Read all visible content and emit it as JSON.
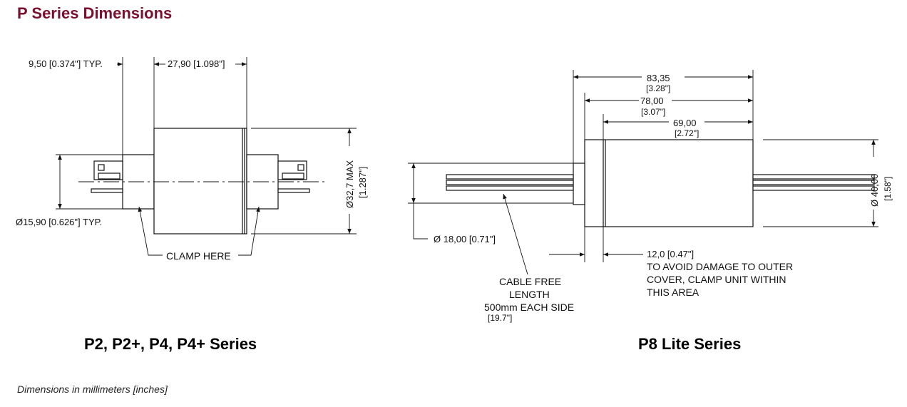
{
  "page": {
    "title": "P Series Dimensions",
    "footer_note": "Dimensions in millimeters [inches]"
  },
  "left_drawing": {
    "caption": "P2, P2+, P4, P4+ Series",
    "dim_typ": "9,50 [0.374\"] TYP.",
    "dim_length": "27,90 [1.098\"]",
    "dim_height_mm": "Ø32,7 MAX",
    "dim_height_in": "[1.287\"]",
    "dim_shaft": "Ø15,90 [0.626\"] TYP.",
    "clamp": "CLAMP HERE"
  },
  "right_drawing": {
    "caption": "P8 Lite Series",
    "dim_overall_mm": "83,35",
    "dim_overall_in": "[3.28\"]",
    "dim_body_mm": "78,00",
    "dim_body_in": "[3.07\"]",
    "dim_cover_mm": "69,00",
    "dim_cover_in": "[2.72\"]",
    "dim_dia_mm": "Ø 40,00",
    "dim_dia_in": "[1.58\"]",
    "dim_cable_dia": "Ø 18,00 [0.71\"]",
    "cable_line1": "CABLE FREE",
    "cable_line2": "LENGTH",
    "cable_line3": "500mm EACH SIDE",
    "cable_line4": "[19.7\"]",
    "clamp_dim": "12,0 [0.47\"]",
    "clamp_line1": "TO AVOID DAMAGE TO OUTER",
    "clamp_line2": "COVER, CLAMP UNIT WITHIN",
    "clamp_line3": "THIS AREA"
  }
}
